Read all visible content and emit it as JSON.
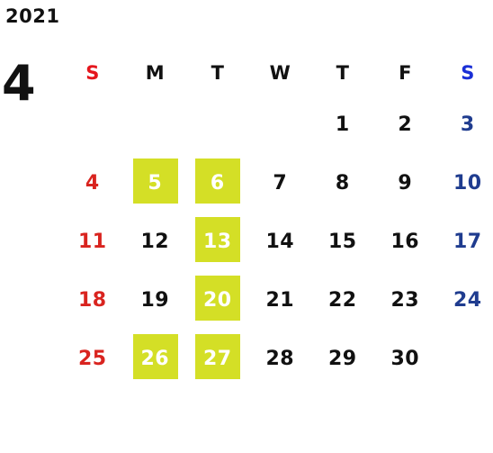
{
  "year": "2021",
  "month": "4",
  "colors": {
    "sunday": "#d9241f",
    "saturday": "#1f3c8f",
    "weekday": "#111111",
    "highlight_bg": "#d4df26",
    "highlight_text": "#ffffff"
  },
  "weekdays": [
    "S",
    "M",
    "T",
    "W",
    "T",
    "F",
    "S"
  ],
  "weeks": [
    [
      null,
      null,
      null,
      null,
      {
        "day": "1"
      },
      {
        "day": "2"
      },
      {
        "day": "3"
      }
    ],
    [
      {
        "day": "4"
      },
      {
        "day": "5",
        "highlight": true
      },
      {
        "day": "6",
        "highlight": true
      },
      {
        "day": "7"
      },
      {
        "day": "8"
      },
      {
        "day": "9"
      },
      {
        "day": "10"
      }
    ],
    [
      {
        "day": "11"
      },
      {
        "day": "12"
      },
      {
        "day": "13",
        "highlight": true
      },
      {
        "day": "14"
      },
      {
        "day": "15"
      },
      {
        "day": "16"
      },
      {
        "day": "17"
      }
    ],
    [
      {
        "day": "18"
      },
      {
        "day": "19"
      },
      {
        "day": "20",
        "highlight": true
      },
      {
        "day": "21"
      },
      {
        "day": "22"
      },
      {
        "day": "23"
      },
      {
        "day": "24"
      }
    ],
    [
      {
        "day": "25"
      },
      {
        "day": "26",
        "highlight": true
      },
      {
        "day": "27",
        "highlight": true
      },
      {
        "day": "28"
      },
      {
        "day": "29"
      },
      {
        "day": "30"
      },
      null
    ]
  ]
}
